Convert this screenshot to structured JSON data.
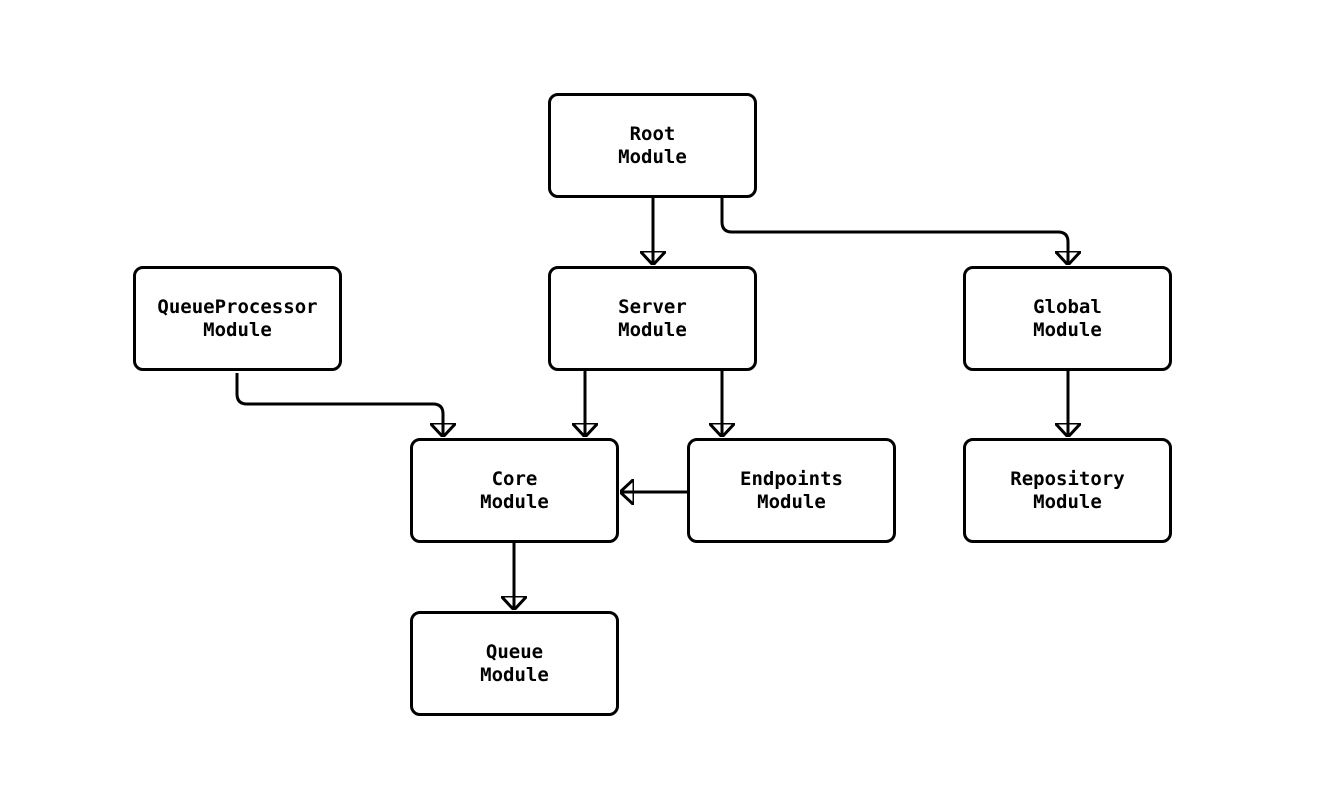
{
  "diagram": {
    "background_color": "#ffffff",
    "node_fill_color": "#ffffff",
    "line_color": "#000000",
    "text_color": "#000000",
    "nodes": {
      "root": {
        "line1": "Root",
        "line2": "Module"
      },
      "queueprocessor": {
        "line1": "QueueProcessor",
        "line2": "Module"
      },
      "server": {
        "line1": "Server",
        "line2": "Module"
      },
      "global": {
        "line1": "Global",
        "line2": "Module"
      },
      "core": {
        "line1": "Core",
        "line2": "Module"
      },
      "endpoints": {
        "line1": "Endpoints",
        "line2": "Module"
      },
      "repository": {
        "line1": "Repository",
        "line2": "Module"
      },
      "queue": {
        "line1": "Queue",
        "line2": "Module"
      }
    },
    "edges": [
      {
        "from": "Root Module",
        "to": "Server Module"
      },
      {
        "from": "Root Module",
        "to": "Global Module"
      },
      {
        "from": "QueueProcessor Module",
        "to": "Core Module"
      },
      {
        "from": "Server Module",
        "to": "Core Module"
      },
      {
        "from": "Server Module",
        "to": "Endpoints Module"
      },
      {
        "from": "Endpoints Module",
        "to": "Core Module"
      },
      {
        "from": "Global Module",
        "to": "Repository Module"
      },
      {
        "from": "Core Module",
        "to": "Queue Module"
      }
    ]
  }
}
